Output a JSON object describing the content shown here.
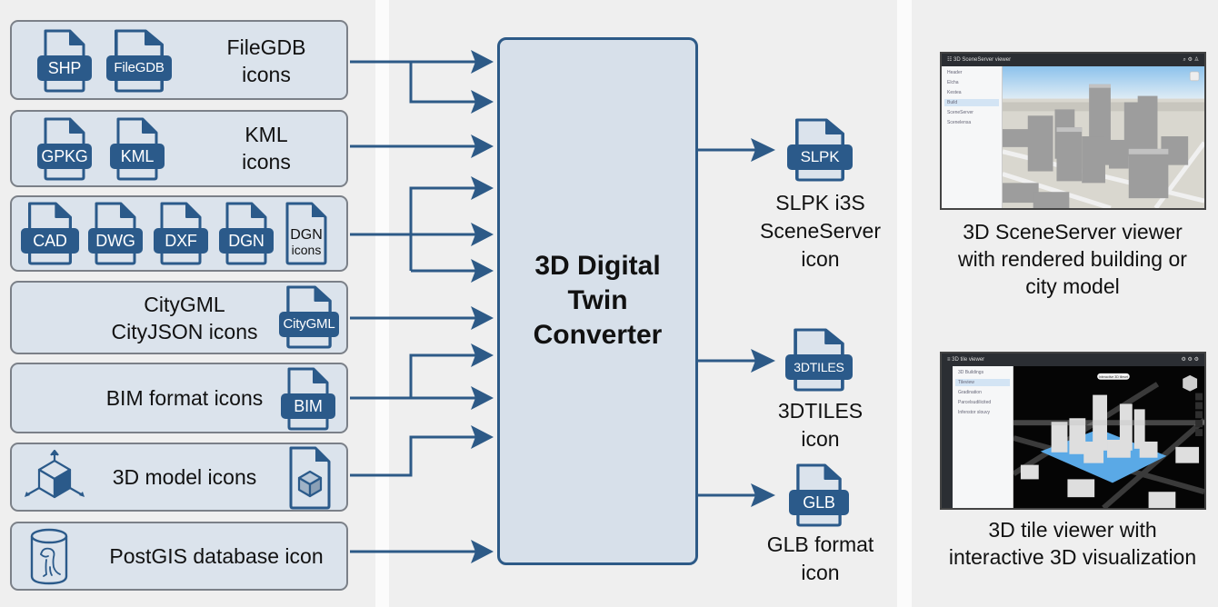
{
  "title": "3D Digital Twin Converter",
  "colors": {
    "accent": "#2d5a87",
    "box_fill": "#dbe3ec",
    "box_border": "#7b8088",
    "background": "#efefef",
    "icon_tag": "#2b5a8a",
    "highlight_blue": "#5aa9e6"
  },
  "sources": [
    {
      "id": "filegdb",
      "label": "FileGDB icons",
      "label_lines": [
        "FileGDB",
        "icons"
      ],
      "icons": [
        "SHP",
        "FileGDB"
      ]
    },
    {
      "id": "kml",
      "label": "KML icons",
      "label_lines": [
        "KML",
        "icons"
      ],
      "icons": [
        "GPKG",
        "KML"
      ]
    },
    {
      "id": "cad",
      "label": "",
      "icons": [
        "CAD",
        "DWG",
        "DXF",
        "DGN"
      ],
      "caption_icon_lines": [
        "DGN",
        "icons"
      ]
    },
    {
      "id": "citygml",
      "label": "CityGML CityJSON icons",
      "label_lines": [
        "CityGML",
        "CityJSON icons"
      ],
      "icons": [
        "CityGML"
      ]
    },
    {
      "id": "bim",
      "label": "BIM format icons",
      "icons": [
        "BIM"
      ]
    },
    {
      "id": "model3d",
      "label": "3D model icons",
      "icons": [
        "cube-axes-icon",
        "cube-file-icon"
      ]
    },
    {
      "id": "postgis",
      "label": "PostGIS database icon",
      "icons": [
        "postgis-database-icon"
      ]
    }
  ],
  "converter": {
    "title_lines": [
      "3D Digital",
      "Twin",
      "Converter"
    ]
  },
  "outputs": [
    {
      "id": "slpk",
      "icon": "SLPK",
      "label_lines": [
        "SLPK i3S",
        "SceneServer",
        "icon"
      ]
    },
    {
      "id": "3dtiles",
      "icon": "3DTILES",
      "label_lines": [
        "3DTILES",
        "icon"
      ]
    },
    {
      "id": "glb",
      "icon": "GLB",
      "label_lines": [
        "GLB format",
        "icon"
      ]
    }
  ],
  "viewers": [
    {
      "id": "sceneserver",
      "window_title": "3D SceneServer viewer",
      "sidebar_items": [
        "Header",
        "Elcha",
        "Kestea",
        "Build",
        "SceneServer",
        "Scenelensa"
      ],
      "active_item": 3,
      "caption_lines": [
        "3D SceneServer viewer",
        "with rendered building or",
        "city model"
      ]
    },
    {
      "id": "tileviewer",
      "window_title": "3D tile viewer",
      "sidebar_items": [
        "3D Buildings",
        "Tileview",
        "Gradination",
        "Parcelsudilicited",
        "Infenstor slouvy"
      ],
      "active_item": 1,
      "toolbar_pill": "Interactive 3D tileset",
      "caption_lines": [
        "3D tile viewer with",
        "interactive 3D visualization"
      ]
    }
  ]
}
